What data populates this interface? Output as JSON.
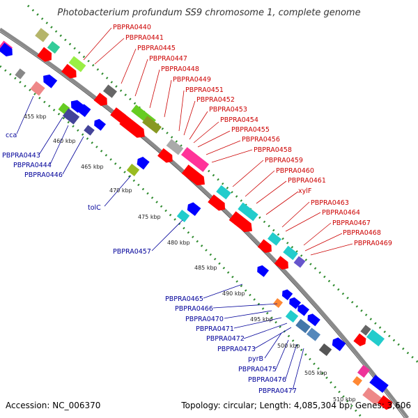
{
  "title": "Photobacterium profundum SS9 chromosome 1, complete genome",
  "footer": {
    "accession": "Accession: NC_006370",
    "summary": "Topology: circular; Length: 4,085,304 bp; Genes: 3,606"
  },
  "colors": {
    "backbone": "#8a8a8a",
    "track_dots": "#2e8b2e",
    "label_forward": "#cc0000",
    "label_reverse": "#000099",
    "cds_forward": "#ff0000",
    "cds_reverse": "#0000ff",
    "rna": "#00cccc",
    "other": "#66cc00"
  },
  "kbp_ticks": [
    "455 kbp",
    "460 kbp",
    "465 kbp",
    "470 kbp",
    "475 kbp",
    "480 kbp",
    "485 kbp",
    "490 kbp",
    "495 kbp",
    "500 kbp",
    "505 kbp",
    "510 kbp"
  ],
  "labels_forward": [
    "PBPRA0440",
    "PBPRA0441",
    "PBPRA0445",
    "PBPRA0447",
    "PBPRA0448",
    "PBPRA0449",
    "PBPRA0451",
    "PBPRA0452",
    "PBPRA0453",
    "PBPRA0454",
    "PBPRA0455",
    "PBPRA0456",
    "PBPRA0458",
    "PBPRA0459",
    "PBPRA0460",
    "PBPRA0461",
    "xylF",
    "PBPRA0463",
    "PBPRA0464",
    "PBPRA0467",
    "PBPRA0468",
    "PBPRA0469"
  ],
  "labels_reverse": [
    "cca",
    "PBPRA0443",
    "PBPRA0444",
    "PBPRA0446",
    "tolC",
    "PBPRA0457",
    "PBPRA0465",
    "PBPRA0466",
    "PBPRA0470",
    "PBPRA0471",
    "PBPRA0472",
    "PBPRA0473",
    "pyrB",
    "PBPRA0475",
    "PBPRA0476",
    "PBPRA0477"
  ]
}
